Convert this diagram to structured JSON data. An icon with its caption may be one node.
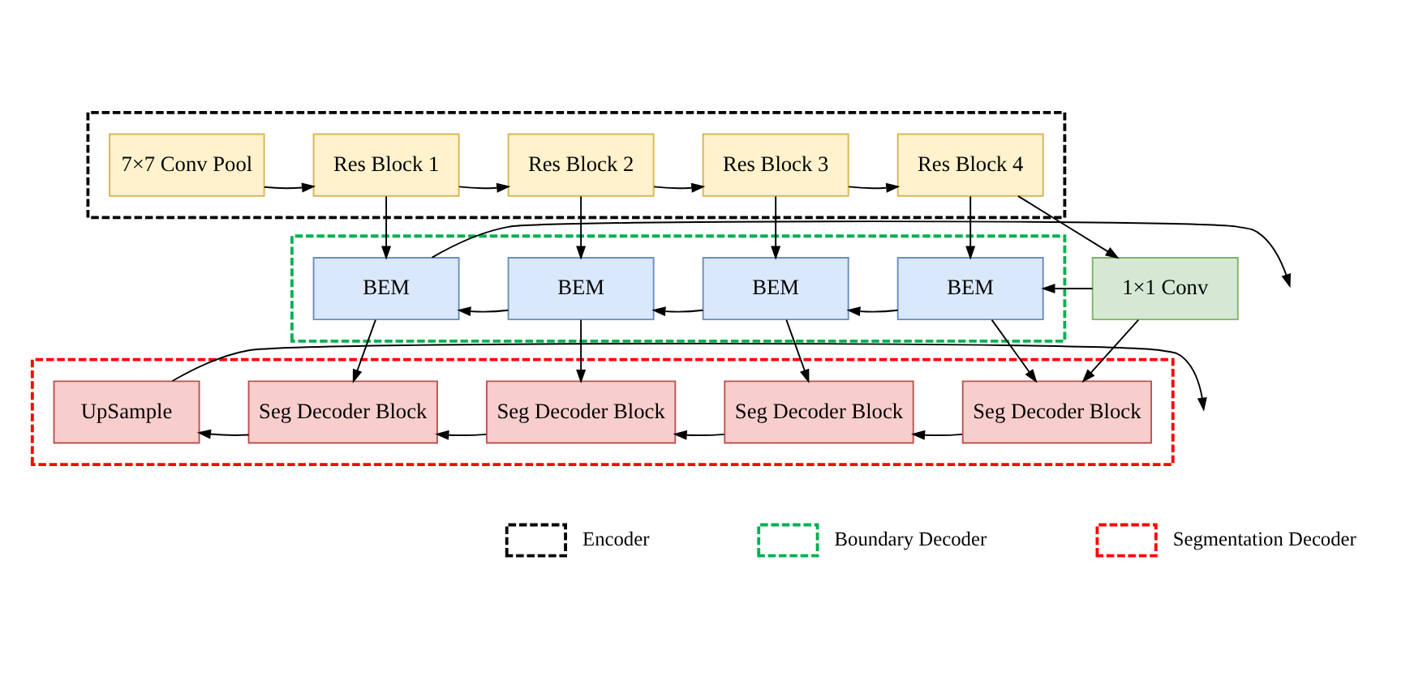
{
  "diagram": {
    "nodes": [
      {
        "text": [],
        "shape": "box"
      },
      {
        "text": [
          "7×7 Conv Pool"
        ],
        "in": 0
      },
      {
        "text": [
          "Res Block 1"
        ],
        "in": 0
      },
      {
        "text": [
          "Res Block 2"
        ],
        "in": 0
      },
      {
        "text": [
          "Res Block 3"
        ],
        "in": 0
      },
      {
        "text": [
          "Res Block 4"
        ],
        "in": 0
      },
      {
        "text": [],
        "shape": "box"
      },
      {
        "text": [
          "BEM"
        ],
        "in": 6
      },
      {
        "text": [
          "BEM"
        ],
        "in": 6
      },
      {
        "text": [
          "BEM"
        ],
        "in": 6
      },
      {
        "text": [
          "BEM"
        ],
        "in": 6
      },
      {
        "text": [
          "1×1 Conv"
        ]
      },
      {
        "text": [],
        "shape": "box"
      },
      {
        "text": [
          "UpSample"
        ],
        "in": 12
      },
      {
        "text": [
          "Seg Decoder Block"
        ],
        "in": 12
      },
      {
        "text": [
          "Seg Decoder Block"
        ],
        "in": 12
      },
      {
        "text": [
          "Seg Decoder Block"
        ],
        "in": 12
      },
      {
        "text": [
          "Seg Decoder Block"
        ],
        "in": 12
      }
    ],
    "edges": [
      {
        "from": 1,
        "to": 2,
        "arrow": "to"
      },
      {
        "from": 2,
        "to": 3,
        "arrow": "to"
      },
      {
        "from": 3,
        "to": 4,
        "arrow": "to"
      },
      {
        "from": 4,
        "to": 5,
        "arrow": "to"
      },
      {
        "from": 5,
        "to": 11,
        "arrow": "to"
      },
      {
        "from": 2,
        "to": 7,
        "arrow": "to"
      },
      {
        "from": 3,
        "to": 8,
        "arrow": "to"
      },
      {
        "from": 4,
        "to": 9,
        "arrow": "to"
      },
      {
        "from": 5,
        "to": 10,
        "arrow": "to"
      },
      {
        "from": 11,
        "to": 10,
        "arrow": "to"
      },
      {
        "from": 10,
        "to": 9,
        "arrow": "to"
      },
      {
        "from": 9,
        "to": 8,
        "arrow": "to"
      },
      {
        "from": 8,
        "to": 7,
        "arrow": "to"
      },
      {
        "from": 7,
        "to": null,
        "arrow": "to"
      },
      {
        "from": 11,
        "to": 17,
        "arrow": "to"
      },
      {
        "from": 7,
        "to": 14,
        "arrow": "to"
      },
      {
        "from": 8,
        "to": 15,
        "arrow": "to"
      },
      {
        "from": 9,
        "to": 16,
        "arrow": "to"
      },
      {
        "from": 10,
        "to": 17,
        "arrow": "to"
      },
      {
        "from": 17,
        "to": 16,
        "arrow": "to"
      },
      {
        "from": 16,
        "to": 15,
        "arrow": "to"
      },
      {
        "from": 15,
        "to": 14,
        "arrow": "to"
      },
      {
        "from": 14,
        "to": 13,
        "arrow": "to"
      },
      {
        "from": 13,
        "to": null,
        "arrow": "to"
      }
    ],
    "legend": [
      {
        "text": "Encoder"
      },
      {
        "text": "Boundary Decoder"
      },
      {
        "text": "Segmentation Decoder"
      }
    ]
  }
}
